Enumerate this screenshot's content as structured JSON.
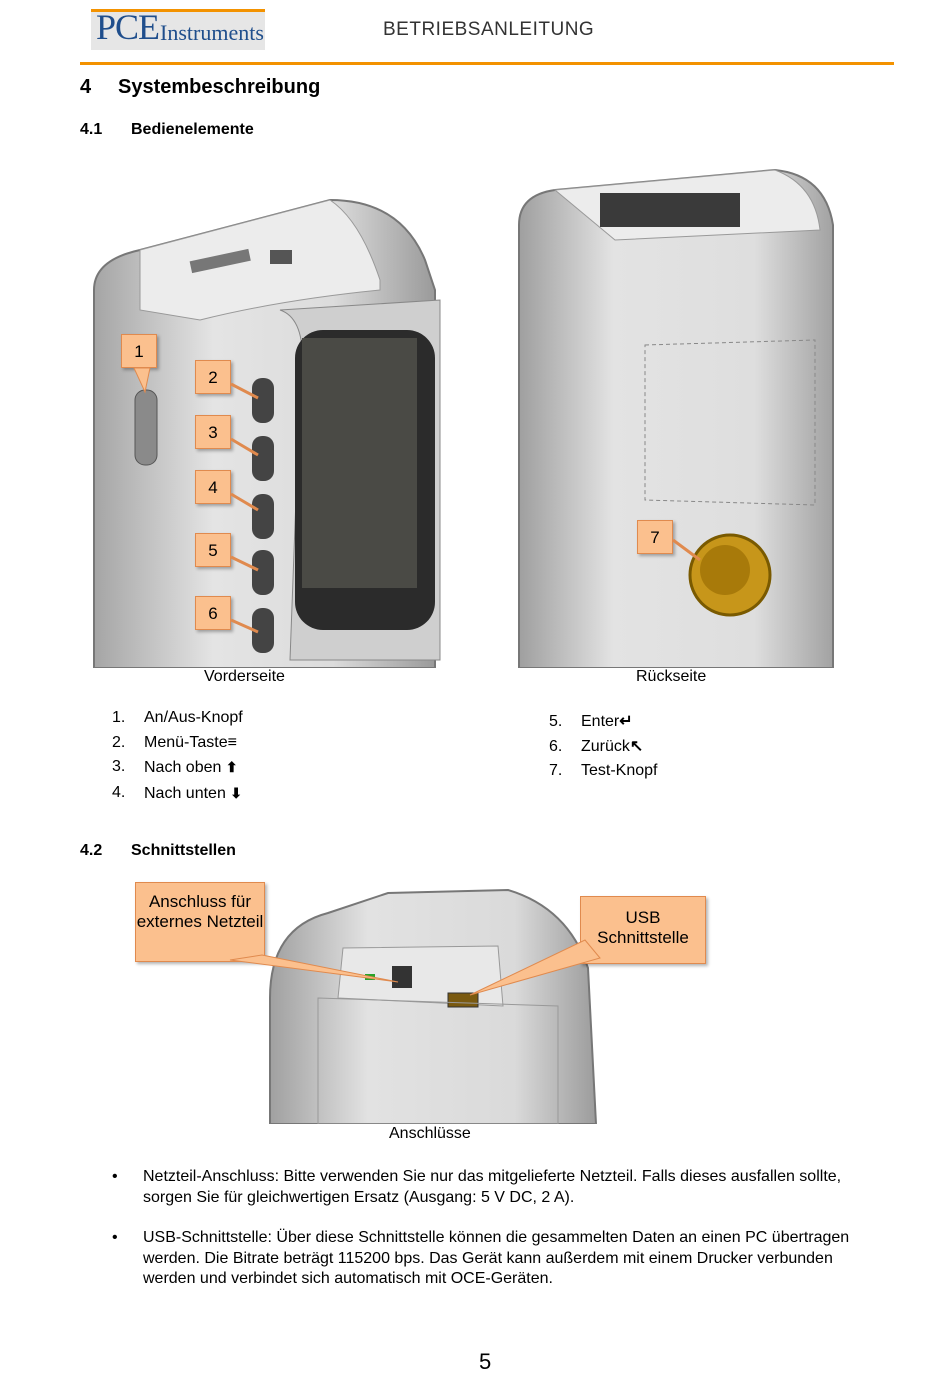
{
  "header": {
    "logo_pce": "PCE",
    "logo_instruments": "Instruments",
    "title": "BETRIEBSANLEITUNG"
  },
  "section4": {
    "number": "4",
    "title": "Systembeschreibung"
  },
  "section41": {
    "number": "4.1",
    "title": "Bedienelemente"
  },
  "front_callouts": [
    "1",
    "2",
    "3",
    "4",
    "5",
    "6"
  ],
  "back_callout": "7",
  "captions": {
    "front": "Vorderseite",
    "back": "Rückseite",
    "ports": "Anschlüsse"
  },
  "controls_left": [
    {
      "n": "1.",
      "label": "An/Aus-Knopf",
      "icon": ""
    },
    {
      "n": "2.",
      "label": "Menü-Taste",
      "icon": "≡"
    },
    {
      "n": "3.",
      "label": "Nach oben",
      "icon": "⬆"
    },
    {
      "n": "4.",
      "label": "Nach unten",
      "icon": "⬇"
    }
  ],
  "controls_right": [
    {
      "n": "5.",
      "label": "Enter",
      "icon": "↵"
    },
    {
      "n": "6.",
      "label": "Zurück",
      "icon": "↖"
    },
    {
      "n": "7.",
      "label": "Test-Knopf",
      "icon": ""
    }
  ],
  "section42": {
    "number": "4.2",
    "title": "Schnittstellen"
  },
  "port_callouts": {
    "power": "Anschluss für externes Netzteil",
    "usb": "USB Schnittstelle"
  },
  "bullets": [
    "Netzteil-Anschluss: Bitte verwenden Sie nur das mitgelieferte Netzteil. Falls dieses ausfallen sollte, sorgen Sie für gleichwertigen Ersatz (Ausgang: 5 V DC, 2 A).",
    "USB-Schnittstelle: Über diese Schnittstelle können die gesammelten Daten an einen PC übertragen werden. Die Bitrate beträgt 115200 bps. Das Gerät kann außerdem mit einem Drucker verbunden werden und verbindet sich automatisch mit OCE-Geräten."
  ],
  "bullet_symbol": "•",
  "page_number": "5",
  "colors": {
    "accent": "#f39200",
    "logo_blue": "#1f4e8c",
    "callout_fill": "#fbc08e",
    "test_button": "#b8860b"
  }
}
